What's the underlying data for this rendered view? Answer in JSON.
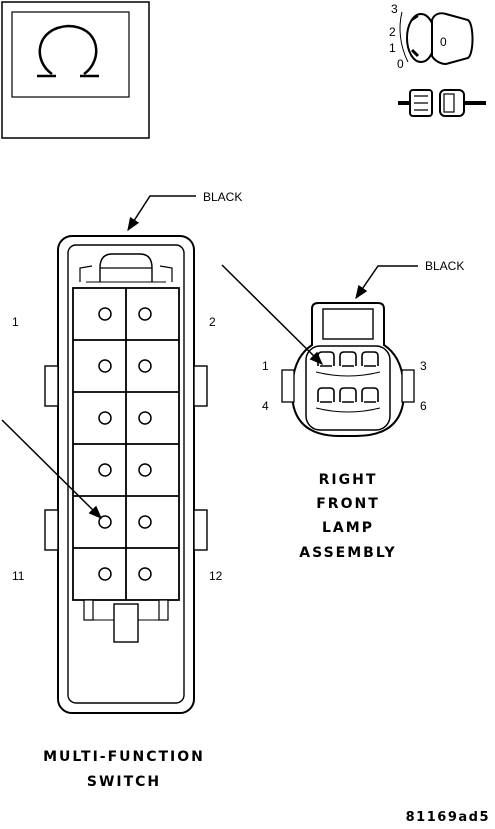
{
  "symbols": {
    "ohm_icon": "ohm-icon",
    "ignition_icon": "ignition-key-icon",
    "connector_icon": "disconnected-connector-icon"
  },
  "ignition": {
    "positions": [
      "3",
      "2",
      "1",
      "0"
    ],
    "key_letter": "0"
  },
  "multifunction_switch": {
    "wire_color": "BLACK",
    "pin_left_top": "1",
    "pin_right_top": "2",
    "pin_left_bottom": "11",
    "pin_right_bottom": "12",
    "title_line1": "MULTI-FUNCTION",
    "title_line2": "SWITCH"
  },
  "lamp_assembly": {
    "wire_color": "BLACK",
    "pin_1": "1",
    "pin_3": "3",
    "pin_4": "4",
    "pin_6": "6",
    "title_line1": "RIGHT",
    "title_line2": "FRONT",
    "title_line3": "LAMP",
    "title_line4": "ASSEMBLY"
  },
  "figure_id": "81169ad5"
}
